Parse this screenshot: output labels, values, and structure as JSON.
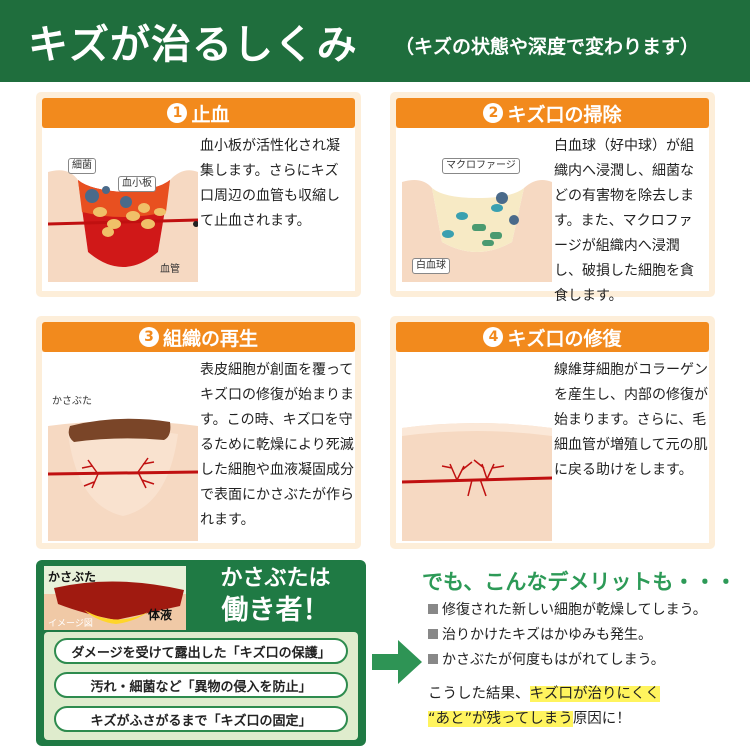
{
  "header": {
    "title": "キズが治るしくみ",
    "subtitle": "（キズの状態や深度で変わります）"
  },
  "steps": [
    {
      "num": "1",
      "title": "止血",
      "desc": "血小板が活性化され凝集します。さらにキズ口周辺の血管も収縮して止血されます。",
      "labels": {
        "bacteria": "細菌",
        "platelet": "血小板",
        "vessel": "血管"
      }
    },
    {
      "num": "2",
      "title": "キズ口の掃除",
      "desc": "白血球（好中球）が組織内へ浸潤し、細菌などの有害物を除去します。また、マクロファージが組織内へ浸潤し、破損した細胞を貪食します。",
      "labels": {
        "macrophage": "マクロファージ",
        "wbc": "白血球"
      }
    },
    {
      "num": "3",
      "title": "組織の再生",
      "desc": "表皮細胞が創面を覆ってキズ口の修復が始まります。この時、キズ口を守るために乾燥により死滅した細胞や血液凝固成分で表面にかさぶたが作られます。",
      "labels": {
        "scab": "かさぶた"
      }
    },
    {
      "num": "4",
      "title": "キズ口の修復",
      "desc": "線維芽細胞がコラーゲンを産生し、内部の修復が始まります。さらに、毛細血管が増殖して元の肌に戻る助けをします。"
    }
  ],
  "scab_panel": {
    "image_labels": {
      "scab": "かさぶた",
      "fluid": "体液",
      "note": "イメージ図"
    },
    "heading_line1": "かさぶたは",
    "heading_line2": "働き者！",
    "roles": [
      "ダメージを受けて露出した「キズ口の保護」",
      "汚れ・細菌など「異物の侵入を防止」",
      "キズがふさがるまで「キズ口の固定」"
    ]
  },
  "demerits": {
    "title": "でも、こんなデメリットも・・・",
    "items": [
      "修復された新しい細胞が乾燥してしまう。",
      "治りかけたキズはかゆみも発生。",
      "かさぶたが何度もはがれてしまう。"
    ],
    "conclusion": {
      "pre": "こうした結果、",
      "highlight1": "キズ口が治りにくく",
      "highlight2": "“あと”が残ってしまう",
      "post": "原因に！"
    }
  },
  "colors": {
    "header_bg": "#1f6e3d",
    "card_header": "#f28a1d",
    "card_bg": "#fdeed9",
    "panel_green": "#1f7a44",
    "demerit_title": "#2d9a57",
    "highlight": "#fff45e"
  }
}
